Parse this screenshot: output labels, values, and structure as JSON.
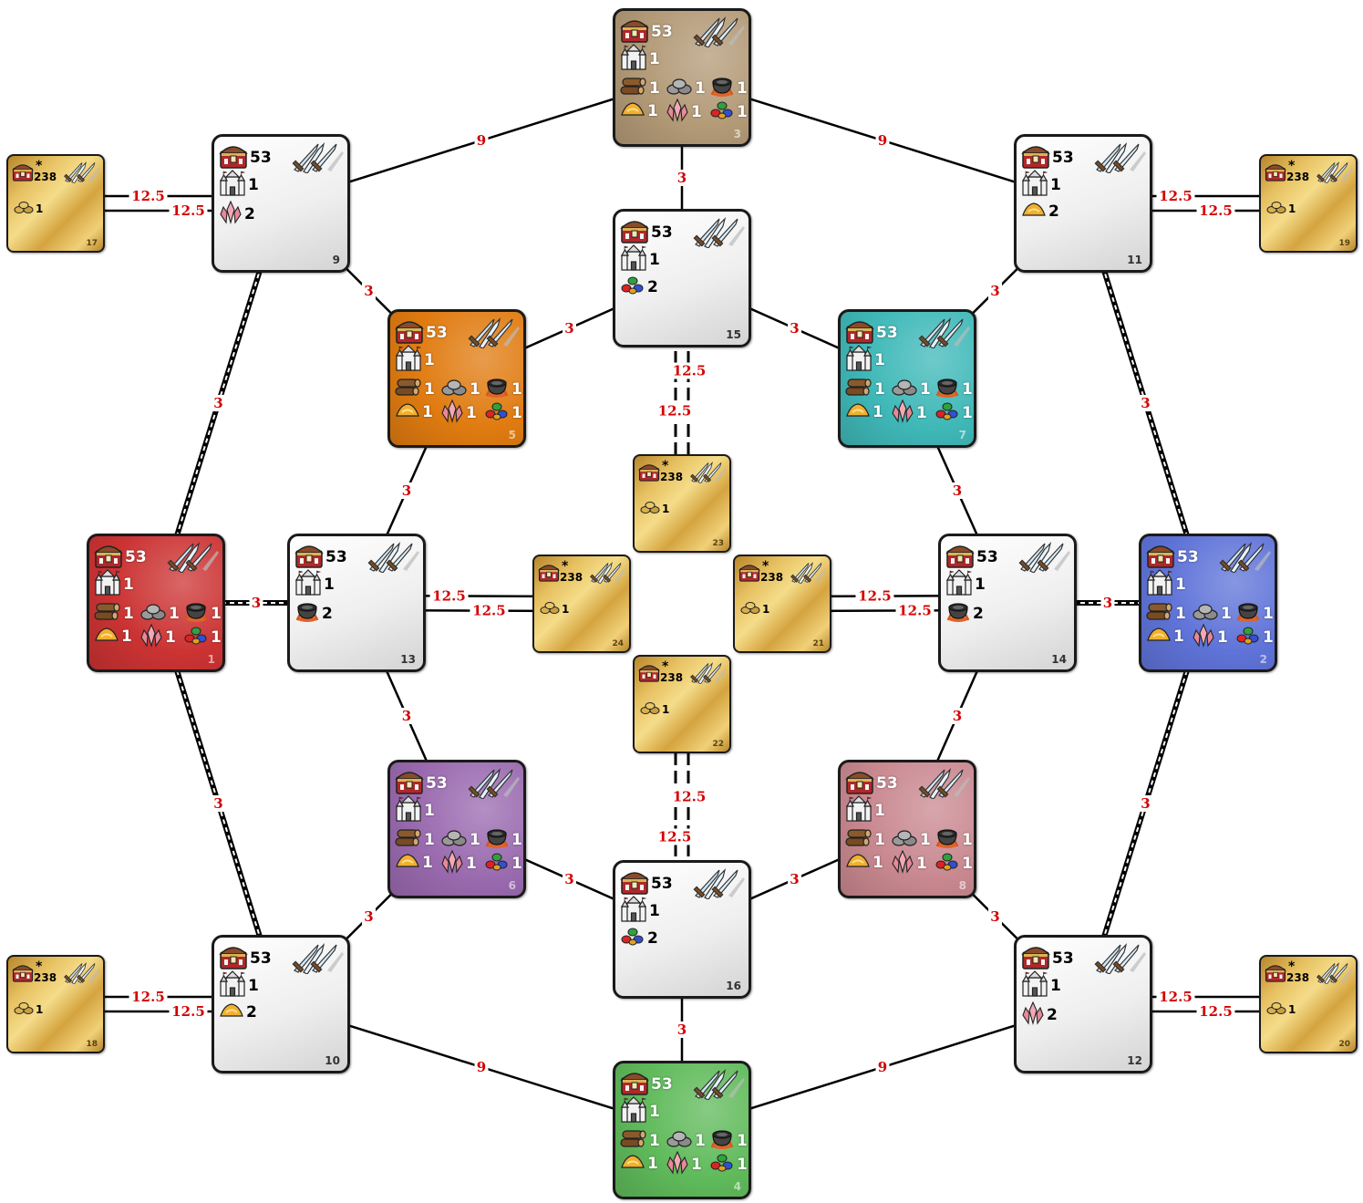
{
  "edges": [
    {
      "a": "3",
      "b": "9",
      "w": "9",
      "style": "solid"
    },
    {
      "a": "3",
      "b": "11",
      "w": "9",
      "style": "solid"
    },
    {
      "a": "3",
      "b": "15",
      "w": "3",
      "style": "solid"
    },
    {
      "a": "4",
      "b": "10",
      "w": "9",
      "style": "solid"
    },
    {
      "a": "4",
      "b": "12",
      "w": "9",
      "style": "solid"
    },
    {
      "a": "4",
      "b": "16",
      "w": "3",
      "style": "solid"
    },
    {
      "a": "9",
      "b": "5",
      "w": "3",
      "style": "solid"
    },
    {
      "a": "11",
      "b": "7",
      "w": "3",
      "style": "solid"
    },
    {
      "a": "10",
      "b": "6",
      "w": "3",
      "style": "solid"
    },
    {
      "a": "12",
      "b": "8",
      "w": "3",
      "style": "solid"
    },
    {
      "a": "15",
      "b": "5",
      "w": "3",
      "style": "solid"
    },
    {
      "a": "15",
      "b": "7",
      "w": "3",
      "style": "solid"
    },
    {
      "a": "16",
      "b": "6",
      "w": "3",
      "style": "solid"
    },
    {
      "a": "16",
      "b": "8",
      "w": "3",
      "style": "solid"
    },
    {
      "a": "5",
      "b": "13",
      "w": "3",
      "style": "solid"
    },
    {
      "a": "6",
      "b": "13",
      "w": "3",
      "style": "solid"
    },
    {
      "a": "7",
      "b": "14",
      "w": "3",
      "style": "solid"
    },
    {
      "a": "8",
      "b": "14",
      "w": "3",
      "style": "solid"
    },
    {
      "a": "9",
      "b": "1",
      "w": "3",
      "style": "dashed"
    },
    {
      "a": "10",
      "b": "1",
      "w": "3",
      "style": "dashed"
    },
    {
      "a": "11",
      "b": "2",
      "w": "3",
      "style": "dashed"
    },
    {
      "a": "12",
      "b": "2",
      "w": "3",
      "style": "dashed"
    },
    {
      "a": "1",
      "b": "13",
      "w": "3",
      "style": "dashed"
    },
    {
      "a": "2",
      "b": "14",
      "w": "3",
      "style": "dashed"
    },
    {
      "a": "17",
      "b": "9",
      "w": "12.5",
      "style": "double"
    },
    {
      "a": "18",
      "b": "10",
      "w": "12.5",
      "style": "double"
    },
    {
      "a": "19",
      "b": "11",
      "w": "12.5",
      "style": "double"
    },
    {
      "a": "20",
      "b": "12",
      "w": "12.5",
      "style": "double"
    },
    {
      "a": "15",
      "b": "23",
      "w": "12.5",
      "style": "double-dashed"
    },
    {
      "a": "16",
      "b": "22",
      "w": "12.5",
      "style": "double-dashed"
    },
    {
      "a": "13",
      "b": "24",
      "w": "12.5",
      "style": "double"
    },
    {
      "a": "14",
      "b": "21",
      "w": "12.5",
      "style": "double"
    }
  ],
  "nodes": [
    {
      "id": "1",
      "kind": "home",
      "color": "#cc3333",
      "troops": "53",
      "castle": "1",
      "res": {
        "wood": "1",
        "stone": "1",
        "pot": "1",
        "sulfur": "1",
        "crystal": "1",
        "gems": "1"
      }
    },
    {
      "id": "2",
      "kind": "home",
      "color": "#5f73d8",
      "troops": "53",
      "castle": "1",
      "res": {
        "wood": "1",
        "stone": "1",
        "pot": "1",
        "sulfur": "1",
        "crystal": "1",
        "gems": "1"
      }
    },
    {
      "id": "3",
      "kind": "home",
      "color": "#b39a77",
      "troops": "53",
      "castle": "1",
      "res": {
        "wood": "1",
        "stone": "1",
        "pot": "1",
        "sulfur": "1",
        "crystal": "1",
        "gems": "1"
      }
    },
    {
      "id": "4",
      "kind": "home",
      "color": "#5fba5a",
      "troops": "53",
      "castle": "1",
      "res": {
        "wood": "1",
        "stone": "1",
        "pot": "1",
        "sulfur": "1",
        "crystal": "1",
        "gems": "1"
      }
    },
    {
      "id": "5",
      "kind": "home",
      "color": "#e07b10",
      "troops": "53",
      "castle": "1",
      "res": {
        "wood": "1",
        "stone": "1",
        "pot": "1",
        "sulfur": "1",
        "crystal": "1",
        "gems": "1"
      }
    },
    {
      "id": "6",
      "kind": "home",
      "color": "#9a6aaf",
      "troops": "53",
      "castle": "1",
      "res": {
        "wood": "1",
        "stone": "1",
        "pot": "1",
        "sulfur": "1",
        "crystal": "1",
        "gems": "1"
      }
    },
    {
      "id": "7",
      "kind": "home",
      "color": "#3fb8b8",
      "troops": "53",
      "castle": "1",
      "res": {
        "wood": "1",
        "stone": "1",
        "pot": "1",
        "sulfur": "1",
        "crystal": "1",
        "gems": "1"
      }
    },
    {
      "id": "8",
      "kind": "home",
      "color": "#c98890",
      "troops": "53",
      "castle": "1",
      "res": {
        "wood": "1",
        "stone": "1",
        "pot": "1",
        "sulfur": "1",
        "crystal": "1",
        "gems": "1"
      }
    },
    {
      "id": "9",
      "kind": "neutral",
      "troops": "53",
      "castle": "1",
      "extra_icon": "crystal",
      "extra": "2"
    },
    {
      "id": "10",
      "kind": "neutral",
      "troops": "53",
      "castle": "1",
      "extra_icon": "sulfur",
      "extra": "2"
    },
    {
      "id": "11",
      "kind": "neutral",
      "troops": "53",
      "castle": "1",
      "extra_icon": "sulfur",
      "extra": "2"
    },
    {
      "id": "12",
      "kind": "neutral",
      "troops": "53",
      "castle": "1",
      "extra_icon": "crystal",
      "extra": "2"
    },
    {
      "id": "13",
      "kind": "neutral",
      "troops": "53",
      "castle": "1",
      "extra_icon": "pot",
      "extra": "2"
    },
    {
      "id": "14",
      "kind": "neutral",
      "troops": "53",
      "castle": "1",
      "extra_icon": "pot",
      "extra": "2"
    },
    {
      "id": "15",
      "kind": "neutral",
      "troops": "53",
      "castle": "1",
      "extra_icon": "gems",
      "extra": "2"
    },
    {
      "id": "16",
      "kind": "neutral",
      "troops": "53",
      "castle": "1",
      "extra_icon": "gems",
      "extra": "2"
    },
    {
      "id": "17",
      "kind": "treasure",
      "troops": "238",
      "star": "*",
      "gold": "1"
    },
    {
      "id": "18",
      "kind": "treasure",
      "troops": "238",
      "star": "*",
      "gold": "1"
    },
    {
      "id": "19",
      "kind": "treasure",
      "troops": "238",
      "star": "*",
      "gold": "1"
    },
    {
      "id": "20",
      "kind": "treasure",
      "troops": "238",
      "star": "*",
      "gold": "1"
    },
    {
      "id": "21",
      "kind": "treasure",
      "troops": "238",
      "star": "*",
      "gold": "1"
    },
    {
      "id": "22",
      "kind": "treasure",
      "troops": "238",
      "star": "*",
      "gold": "1"
    },
    {
      "id": "23",
      "kind": "treasure",
      "troops": "238",
      "star": "*",
      "gold": "1"
    },
    {
      "id": "24",
      "kind": "treasure",
      "troops": "238",
      "star": "*",
      "gold": "1"
    }
  ]
}
